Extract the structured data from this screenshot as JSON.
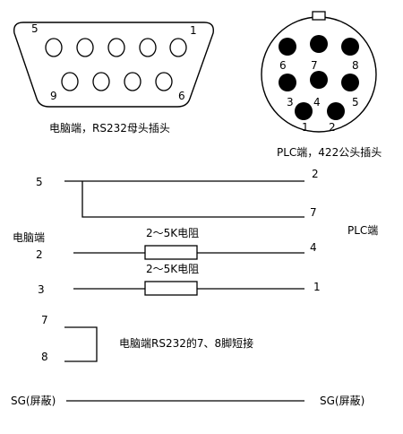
{
  "db9": {
    "pin_first": "5",
    "pin_last_top": "1",
    "pin_bottom_left": "9",
    "pin_bottom_right": "6",
    "caption": "电脑端，RS232母头插头"
  },
  "din8": {
    "pins": [
      "6",
      "7",
      "8",
      "3",
      "4",
      "5",
      "1",
      "2"
    ],
    "caption": "PLC端，422公头插头"
  },
  "wiring": {
    "pc_label": "电脑端",
    "plc_label": "PLC端",
    "pc_pin_5": "5",
    "plc_pin_2": "2",
    "plc_pin_7": "7",
    "pc_pin_2": "2",
    "plc_pin_4": "4",
    "pc_pin_3": "3",
    "plc_pin_1": "1",
    "resistor_label_1": "2～5K电阻",
    "resistor_label_2": "2～5K电阻",
    "pc_pin_7": "7",
    "pc_pin_8": "8",
    "short_note": "电脑端RS232的7、8脚短接",
    "sg_left": "SG(屏蔽)",
    "sg_right": "SG(屏蔽)"
  }
}
